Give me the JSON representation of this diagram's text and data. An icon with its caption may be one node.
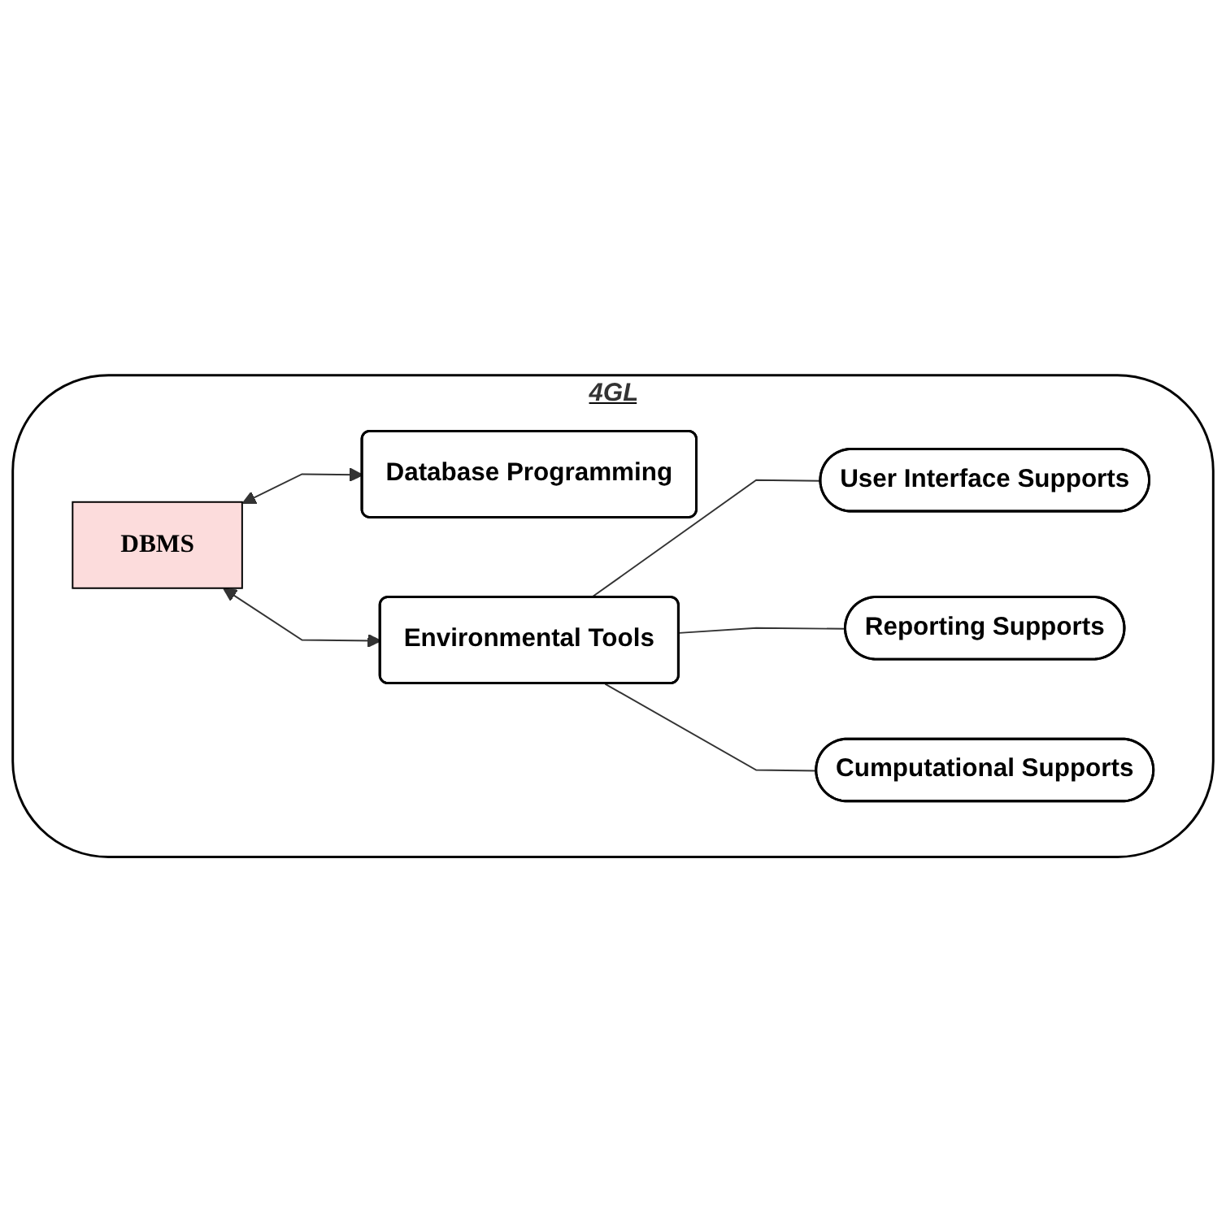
{
  "diagram": {
    "nodes": [
      {
        "text": [
          "4GL"
        ]
      },
      {
        "text": [
          "DBMS"
        ],
        "in": 0
      },
      {
        "text": [
          "Database Programming"
        ],
        "in": 0
      },
      {
        "text": [
          "Environmental Tools"
        ],
        "in": 0
      },
      {
        "text": [
          "User Interface Supports"
        ],
        "in": 0
      },
      {
        "text": [
          "Cumputational Supports"
        ],
        "in": 0
      },
      {
        "text": [
          "Reporting Supports"
        ],
        "in": 0
      }
    ],
    "edges": [
      {
        "from": 1,
        "to": 2,
        "arrow": "both"
      },
      {
        "from": 1,
        "to": 3,
        "arrow": "both"
      },
      {
        "from": 3,
        "to": 4,
        "arrow": "none"
      },
      {
        "from": 3,
        "to": 6,
        "arrow": "none"
      },
      {
        "from": 3,
        "to": 5,
        "arrow": "none"
      }
    ]
  }
}
